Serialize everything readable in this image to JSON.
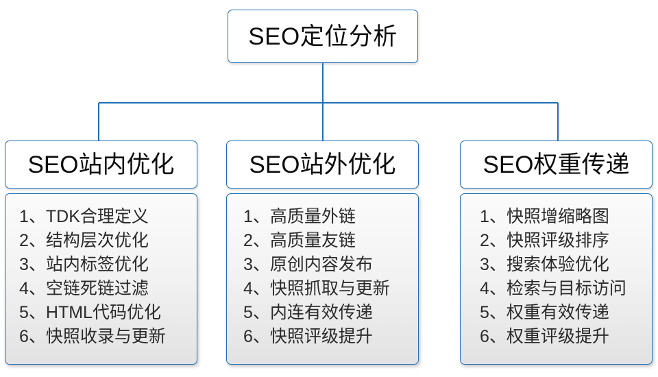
{
  "diagram": {
    "root": {
      "label": "SEO定位分析"
    },
    "accent_color": "#1f6fb5",
    "text_color": "#0d0d0d",
    "item_text_color": "#2a2a2a",
    "columns": [
      {
        "header": "SEO站内优化",
        "items": [
          "1、TDK合理定义",
          "2、结构层次优化",
          "3、站内标签优化",
          "4、空链死链过滤",
          "5、HTML代码优化",
          "6、快照收录与更新"
        ]
      },
      {
        "header": "SEO站外优化",
        "items": [
          "1、高质量外链",
          "2、高质量友链",
          "3、原创内容发布",
          "4、快照抓取与更新",
          "5、内连有效传递",
          "6、快照评级提升"
        ]
      },
      {
        "header": "SEO权重传递",
        "items": [
          "1、快照增缩略图",
          "2、快照评级排序",
          "3、搜索体验优化",
          "4、检索与目标访问",
          "5、权重有效传递",
          "6、权重评级提升"
        ]
      }
    ]
  }
}
